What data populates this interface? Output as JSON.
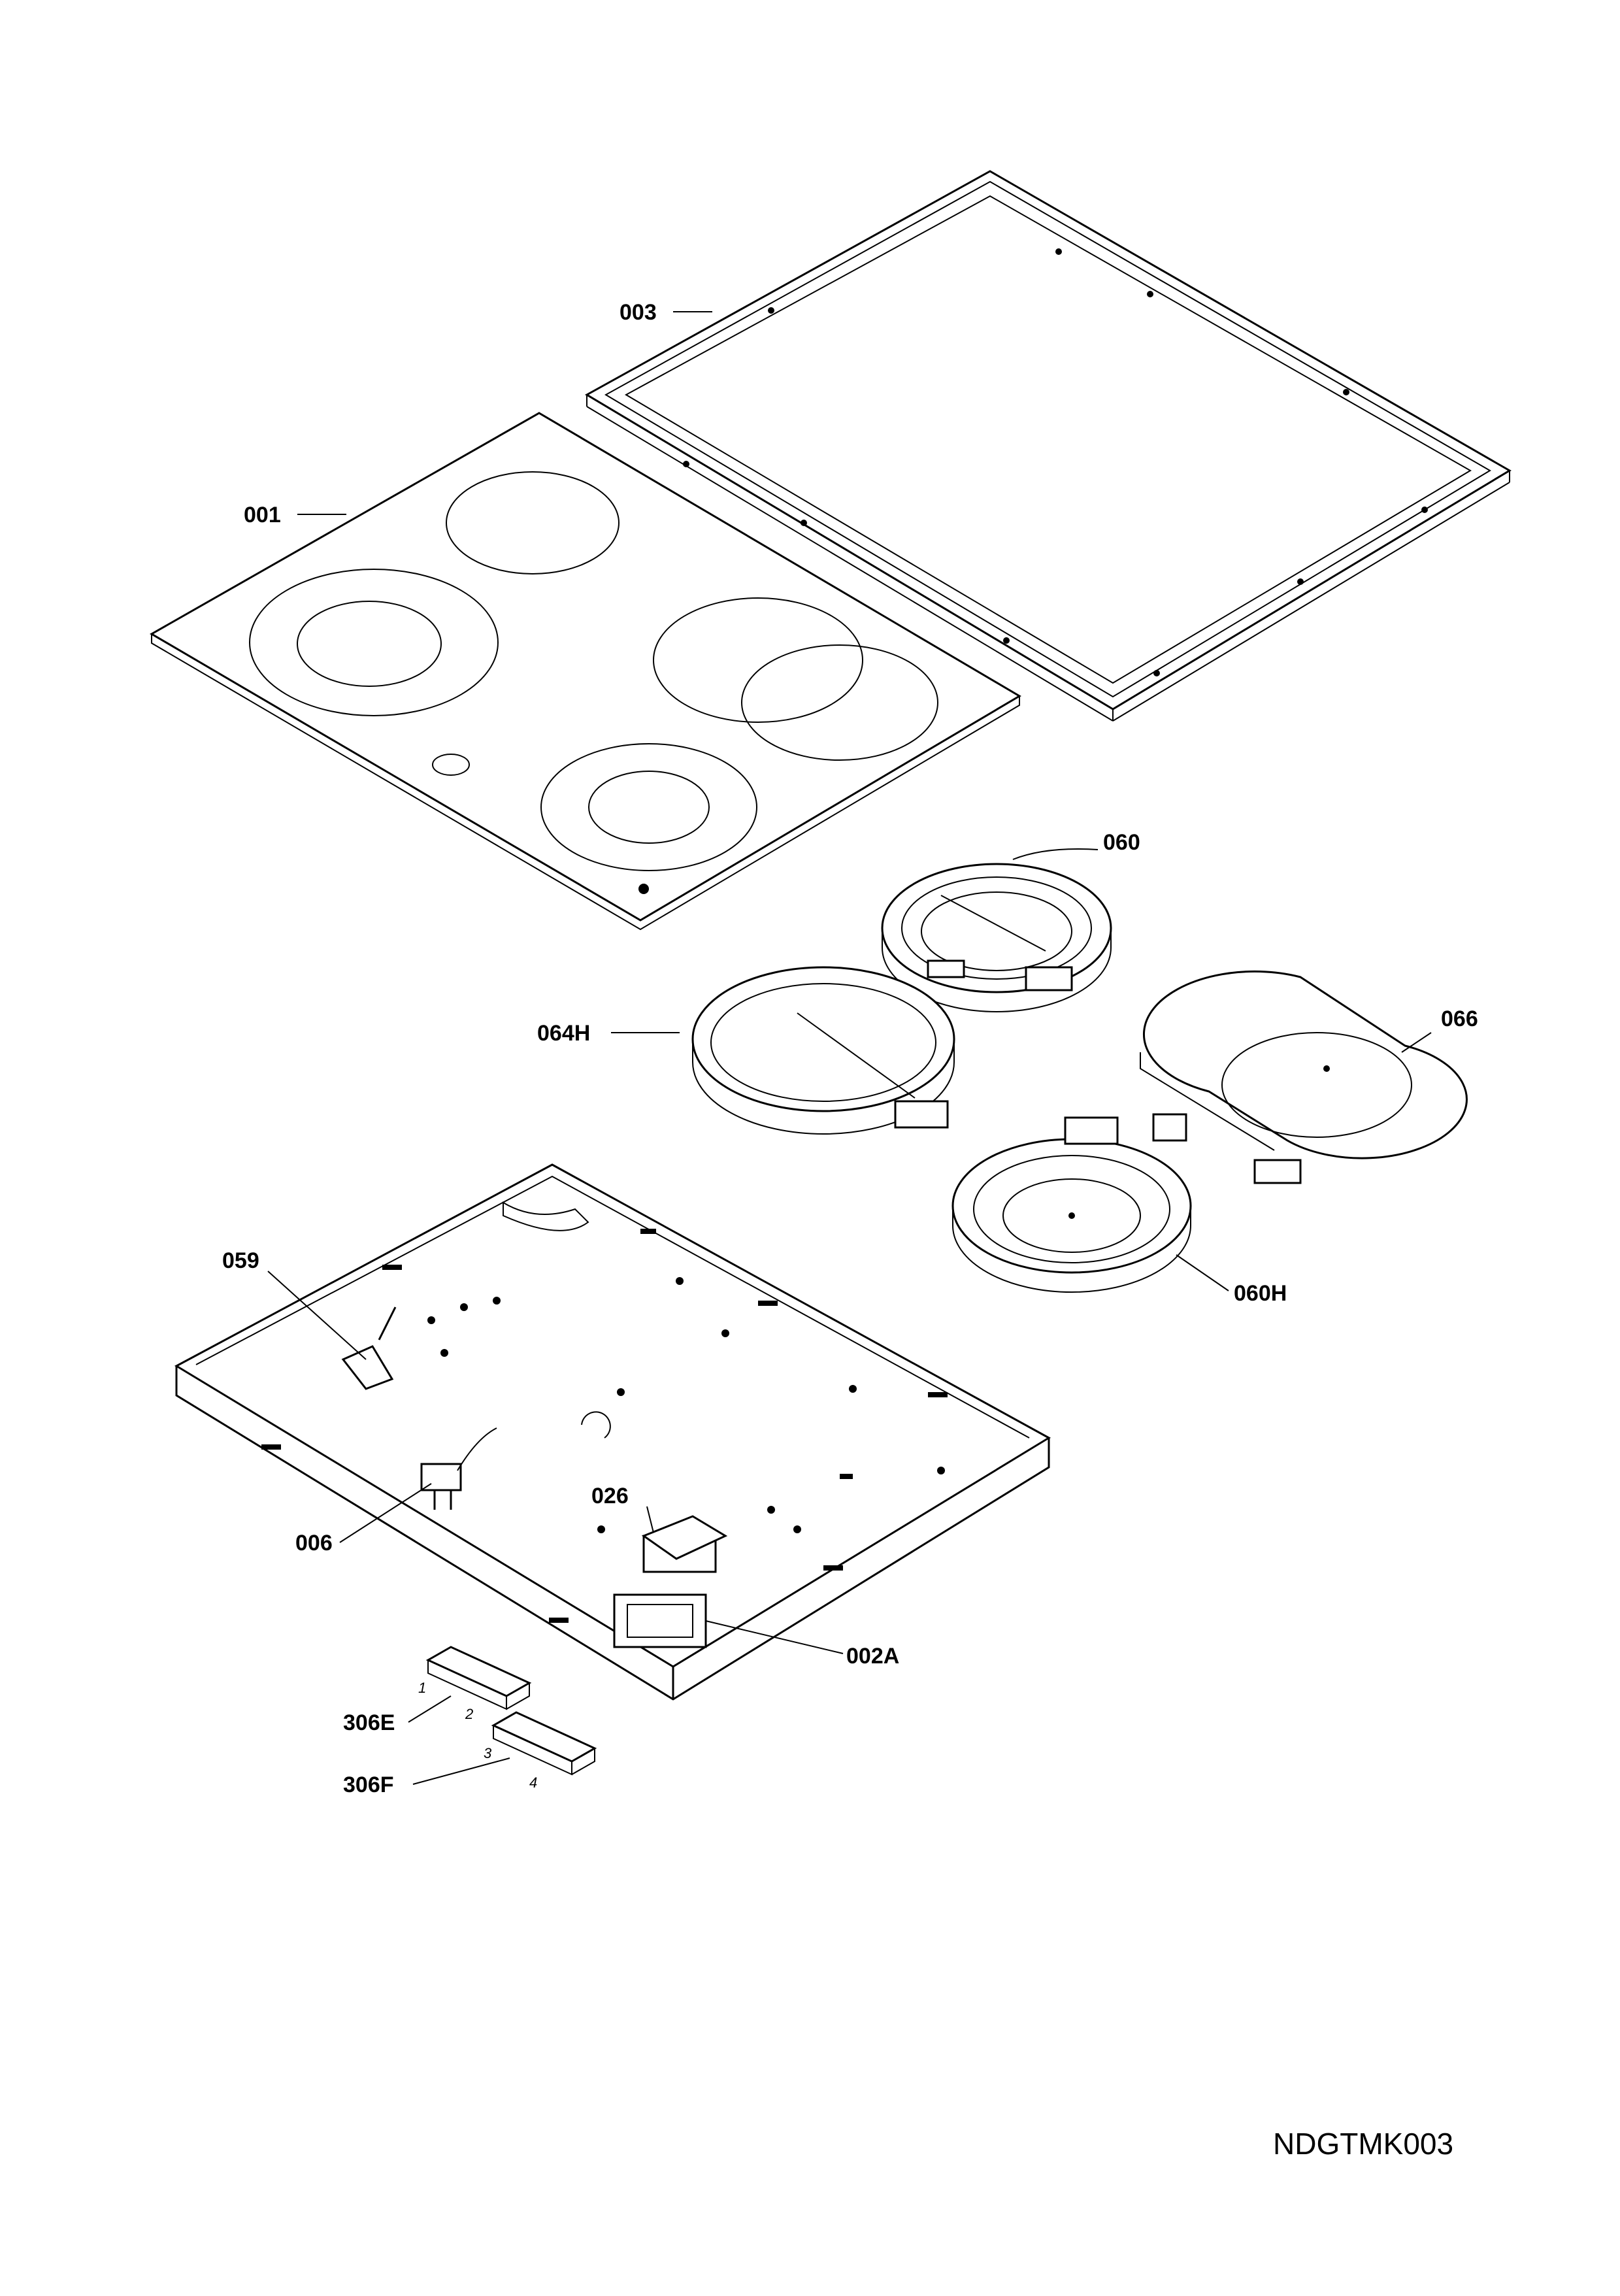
{
  "diagram": {
    "drawing_code": "NDGTMK003",
    "labels": {
      "glass_top": "001",
      "frame": "003",
      "heater_small_top": "060",
      "heater_large_left": "064H",
      "heater_oval_right": "066",
      "heater_dual_front": "060H",
      "bracket": "059",
      "terminal": "006",
      "cover_plate": "026",
      "base_tray": "002A",
      "knob_a": "306E",
      "knob_b": "306F"
    },
    "knob_marks": {
      "m1": "1",
      "m2": "2",
      "m3": "3",
      "m4": "4"
    }
  }
}
